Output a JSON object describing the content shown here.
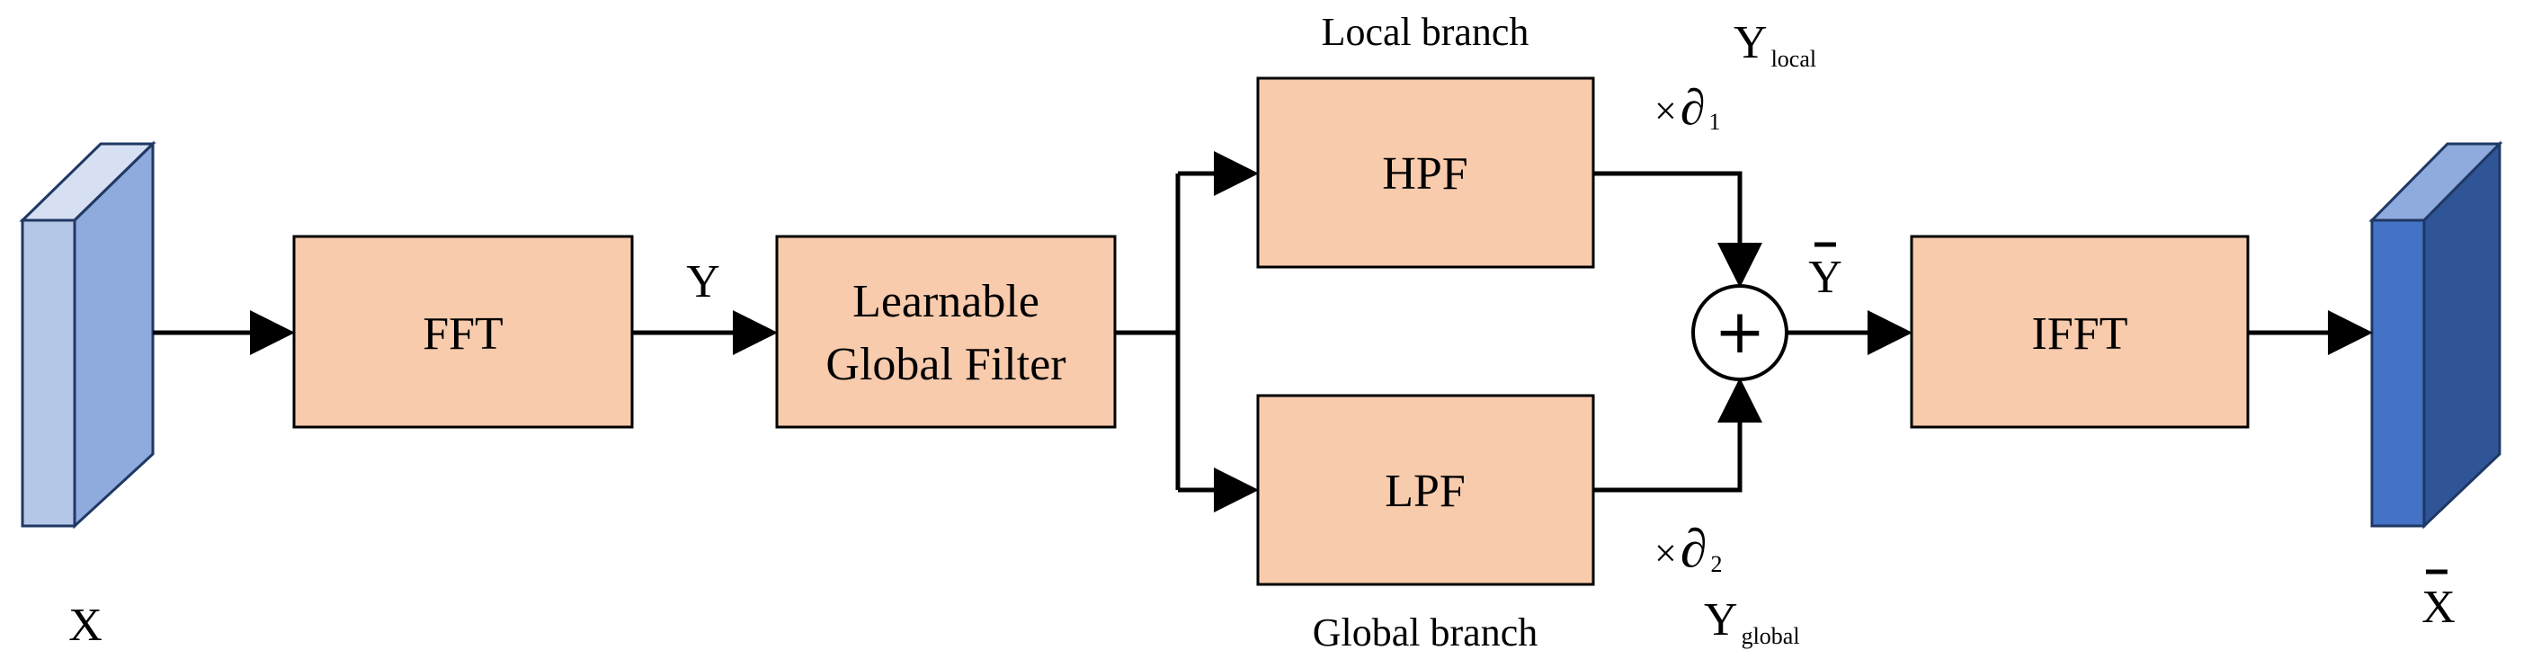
{
  "colors": {
    "box_fill": "#F8CBAD",
    "input_tensor_front": "#B4C7E7",
    "input_tensor_side": "#8FAADC",
    "output_tensor_front": "#4472C4",
    "output_tensor_side": "#2F5597",
    "line": "#000000"
  },
  "blocks": {
    "fft": "FFT",
    "filter_line1": "Learnable",
    "filter_line2": "Global Filter",
    "hpf": "HPF",
    "lpf": "LPF",
    "ifft": "IFFT",
    "sum_symbol": "+"
  },
  "labels": {
    "input": "X",
    "output": "X",
    "y": "Y",
    "y_bar": "Y",
    "local_branch": "Local branch",
    "global_branch": "Global branch",
    "y_local_base": "Y",
    "y_local_sub": "local",
    "y_global_base": "Y",
    "y_global_sub": "global",
    "weight1_prefix": "×",
    "weight1_symbol": "∂",
    "weight1_sub": "1",
    "weight2_prefix": "×",
    "weight2_symbol": "∂",
    "weight2_sub": "2"
  }
}
